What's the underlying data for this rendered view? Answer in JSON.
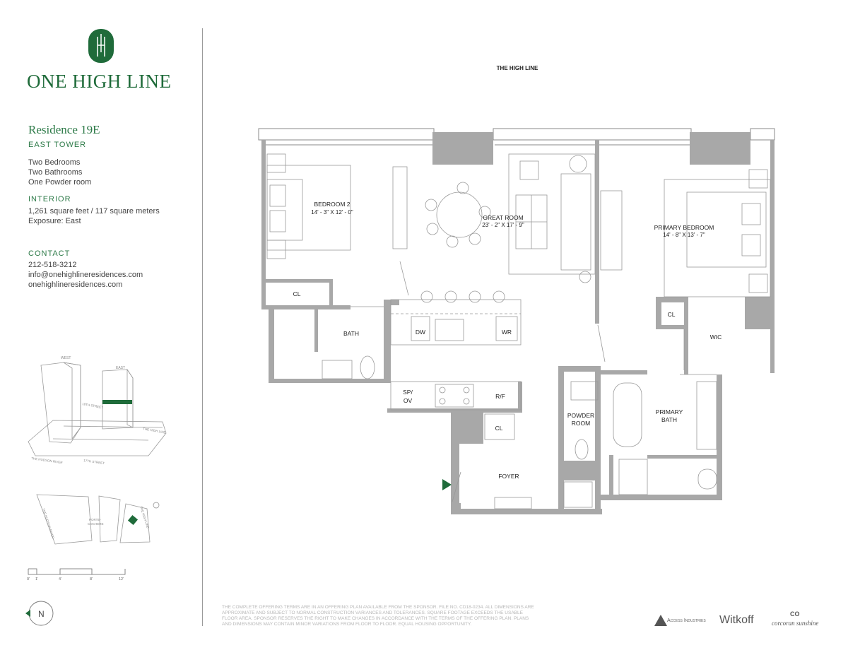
{
  "brand": {
    "name": "ONE HIGH LINE",
    "logo": "ihi-monogram-icon"
  },
  "residence": {
    "title": "Residence 19E",
    "tower": "EAST TOWER",
    "details": [
      "Two Bedrooms",
      "Two Bathrooms",
      "One Powder room"
    ],
    "interior_heading": "INTERIOR",
    "area": "1,261 square feet / 117 square meters",
    "exposure": "Exposure: East"
  },
  "contact": {
    "heading": "CONTACT",
    "phone": "212-518-3212",
    "email": "info@onehighlineresidences.com",
    "website": "onehighlineresidences.com"
  },
  "plan": {
    "top_label": "THE HIGH LINE",
    "rooms": {
      "bedroom2": {
        "name": "BEDROOM 2",
        "dims": "14' - 3\" X 12' - 0\""
      },
      "great_room": {
        "name": "GREAT ROOM",
        "dims": "23' - 2\" X 17' - 9\""
      },
      "primary_bedroom": {
        "name": "PRIMARY BEDROOM",
        "dims": "14' - 8\" X 13' - 7\""
      },
      "cl1": "CL",
      "cl2": "CL",
      "cl3": "CL",
      "bath": "BATH",
      "dw": "DW",
      "wr": "WR",
      "wic": "WIC",
      "spov_1": "SP/",
      "spov_2": "OV",
      "rf": "R/F",
      "powder_1": "POWDER",
      "powder_2": "ROOM",
      "primary_bath_1": "PRIMARY",
      "primary_bath_2": "BATH",
      "foyer": "FOYER"
    }
  },
  "context_map": {
    "west": "WEST",
    "east": "EAST",
    "street_18": "18TH STREET",
    "street_17": "17TH STREET",
    "high_line": "THE HIGH LINE",
    "hudson": "THE HUDSON RIVER",
    "porte_1": "PORTE-",
    "porte_2": "COCHERE"
  },
  "scale": {
    "ticks": [
      "0'",
      "1'",
      "4'",
      "8'",
      "12'"
    ]
  },
  "compass": {
    "label": "N"
  },
  "disclaimer": "THE COMPLETE OFFERING TERMS ARE IN AN OFFERING PLAN AVAILABLE FROM THE SPONSOR. FILE NO. CD18-0234. ALL DIMENSIONS ARE APPROXIMATE AND SUBJECT TO NORMAL CONSTRUCTION VARIANCES AND TOLERANCES. SQUARE FOOTAGE EXCEEDS THE USABLE FLOOR AREA. SPONSOR RESERVES THE RIGHT TO MAKE CHANGES IN ACCORDANCE WITH THE TERMS OF THE OFFERING PLAN. PLANS AND DIMENSIONS MAY CONTAIN MINOR VARIATIONS FROM FLOOR TO FLOOR. EQUAL HOUSING OPPORTUNITY.",
  "footer_logos": {
    "access": "Access Industries",
    "witkoff": "Witkoff",
    "corcoran_mark": "CO",
    "corcoran": "corcoran sunshine"
  }
}
